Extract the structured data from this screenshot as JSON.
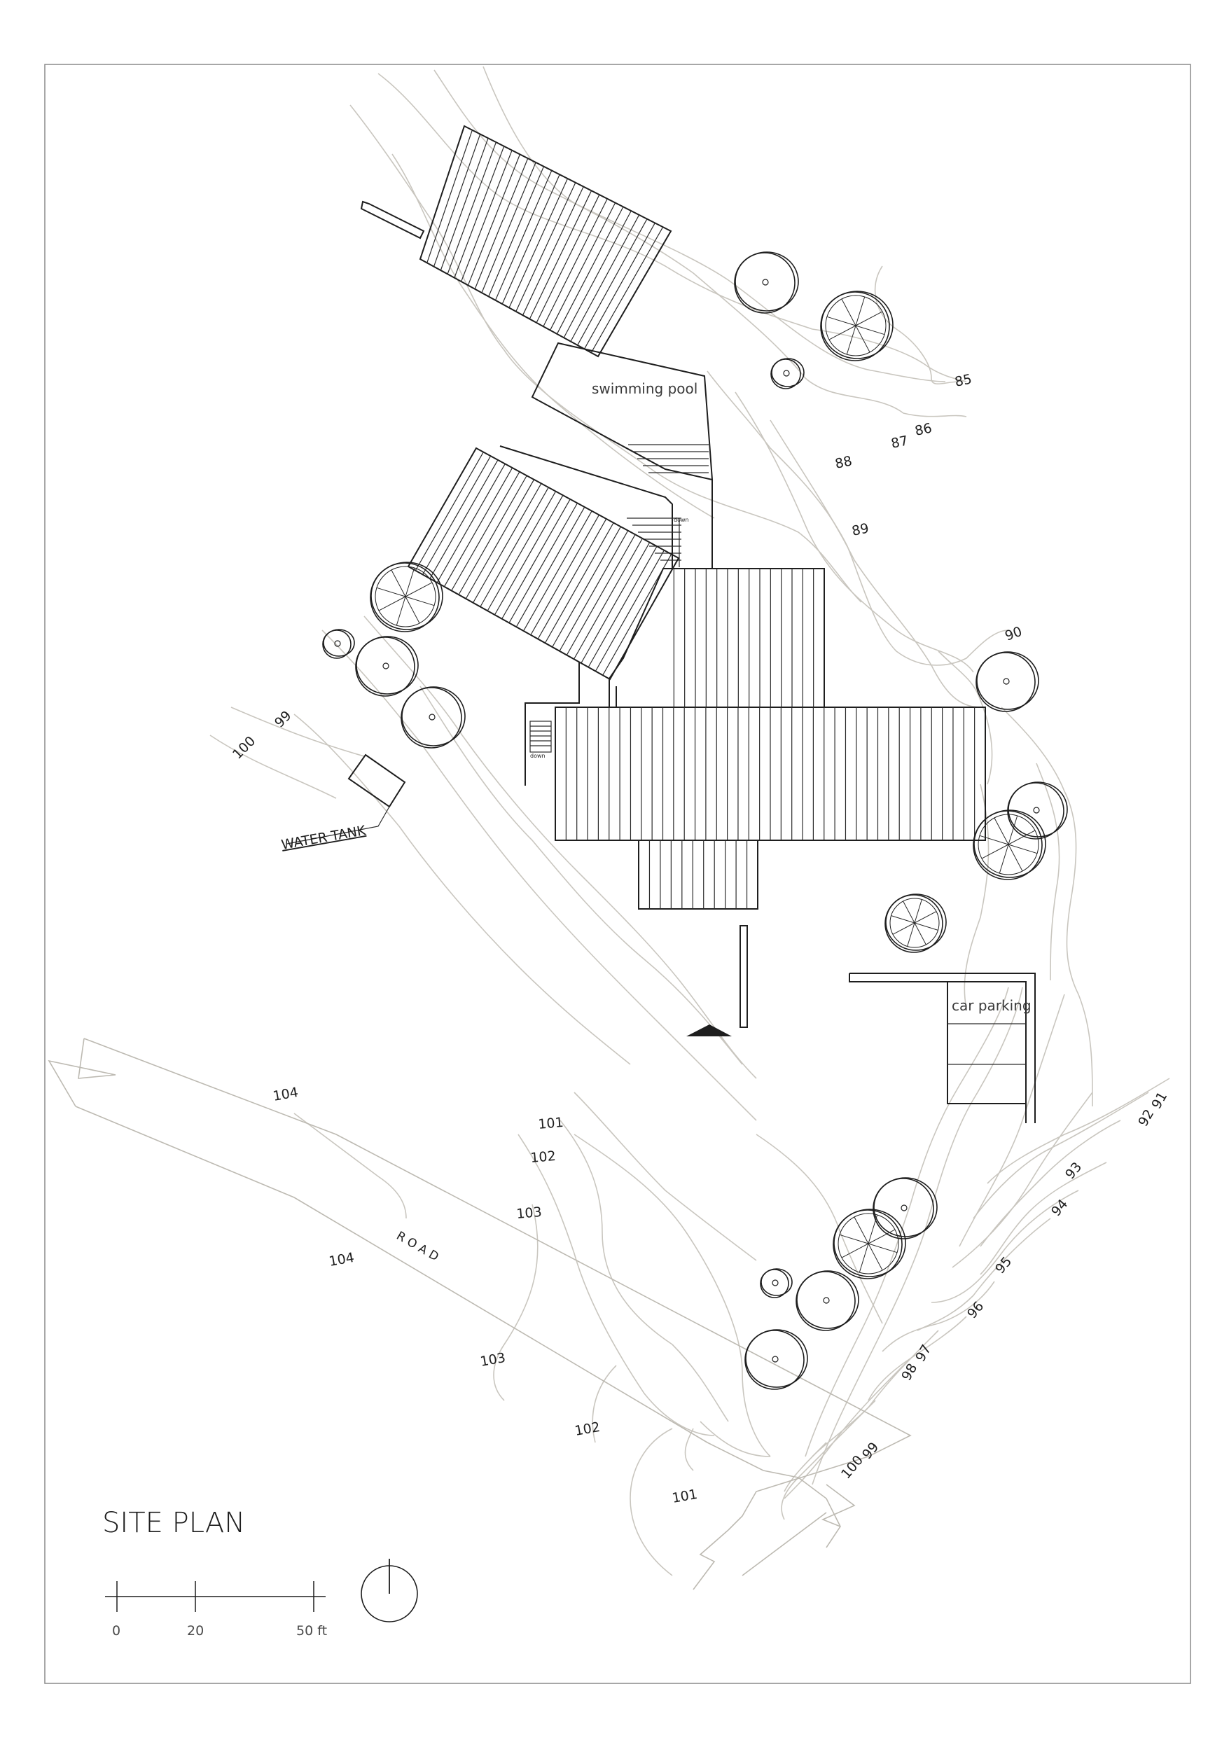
{
  "labels": {
    "swimming_pool": "swimming pool",
    "water_tank": "WATER TANK",
    "car_parking": "car parking",
    "road": "R O A D",
    "title": "SITE PLAN",
    "stair_down_1": "down",
    "stair_down_2": "down"
  },
  "scale_bar": {
    "tick_0": "0",
    "tick_20": "20",
    "tick_50": "50 ft"
  },
  "contours": {
    "c85": "85",
    "c86": "86",
    "c87": "87",
    "c88": "88",
    "c89": "89",
    "c90": "90",
    "c91": "91",
    "c92": "92",
    "c93": "93",
    "c94": "94",
    "c95": "95",
    "c96": "96",
    "c97": "97",
    "c98": "98",
    "c99_east": "99",
    "c100_east": "100",
    "c99_west": "99",
    "c100_west": "100",
    "c101_a": "101",
    "c102_a": "102",
    "c103_a": "103",
    "c104_a": "104",
    "c104_b": "104",
    "c103_b": "103",
    "c102_b": "102",
    "c101_b": "101"
  },
  "colors": {
    "ink": "#1e1e1e",
    "contour": "#c9c6bf",
    "frame": "#8a8a8a",
    "background": "#ffffff"
  }
}
